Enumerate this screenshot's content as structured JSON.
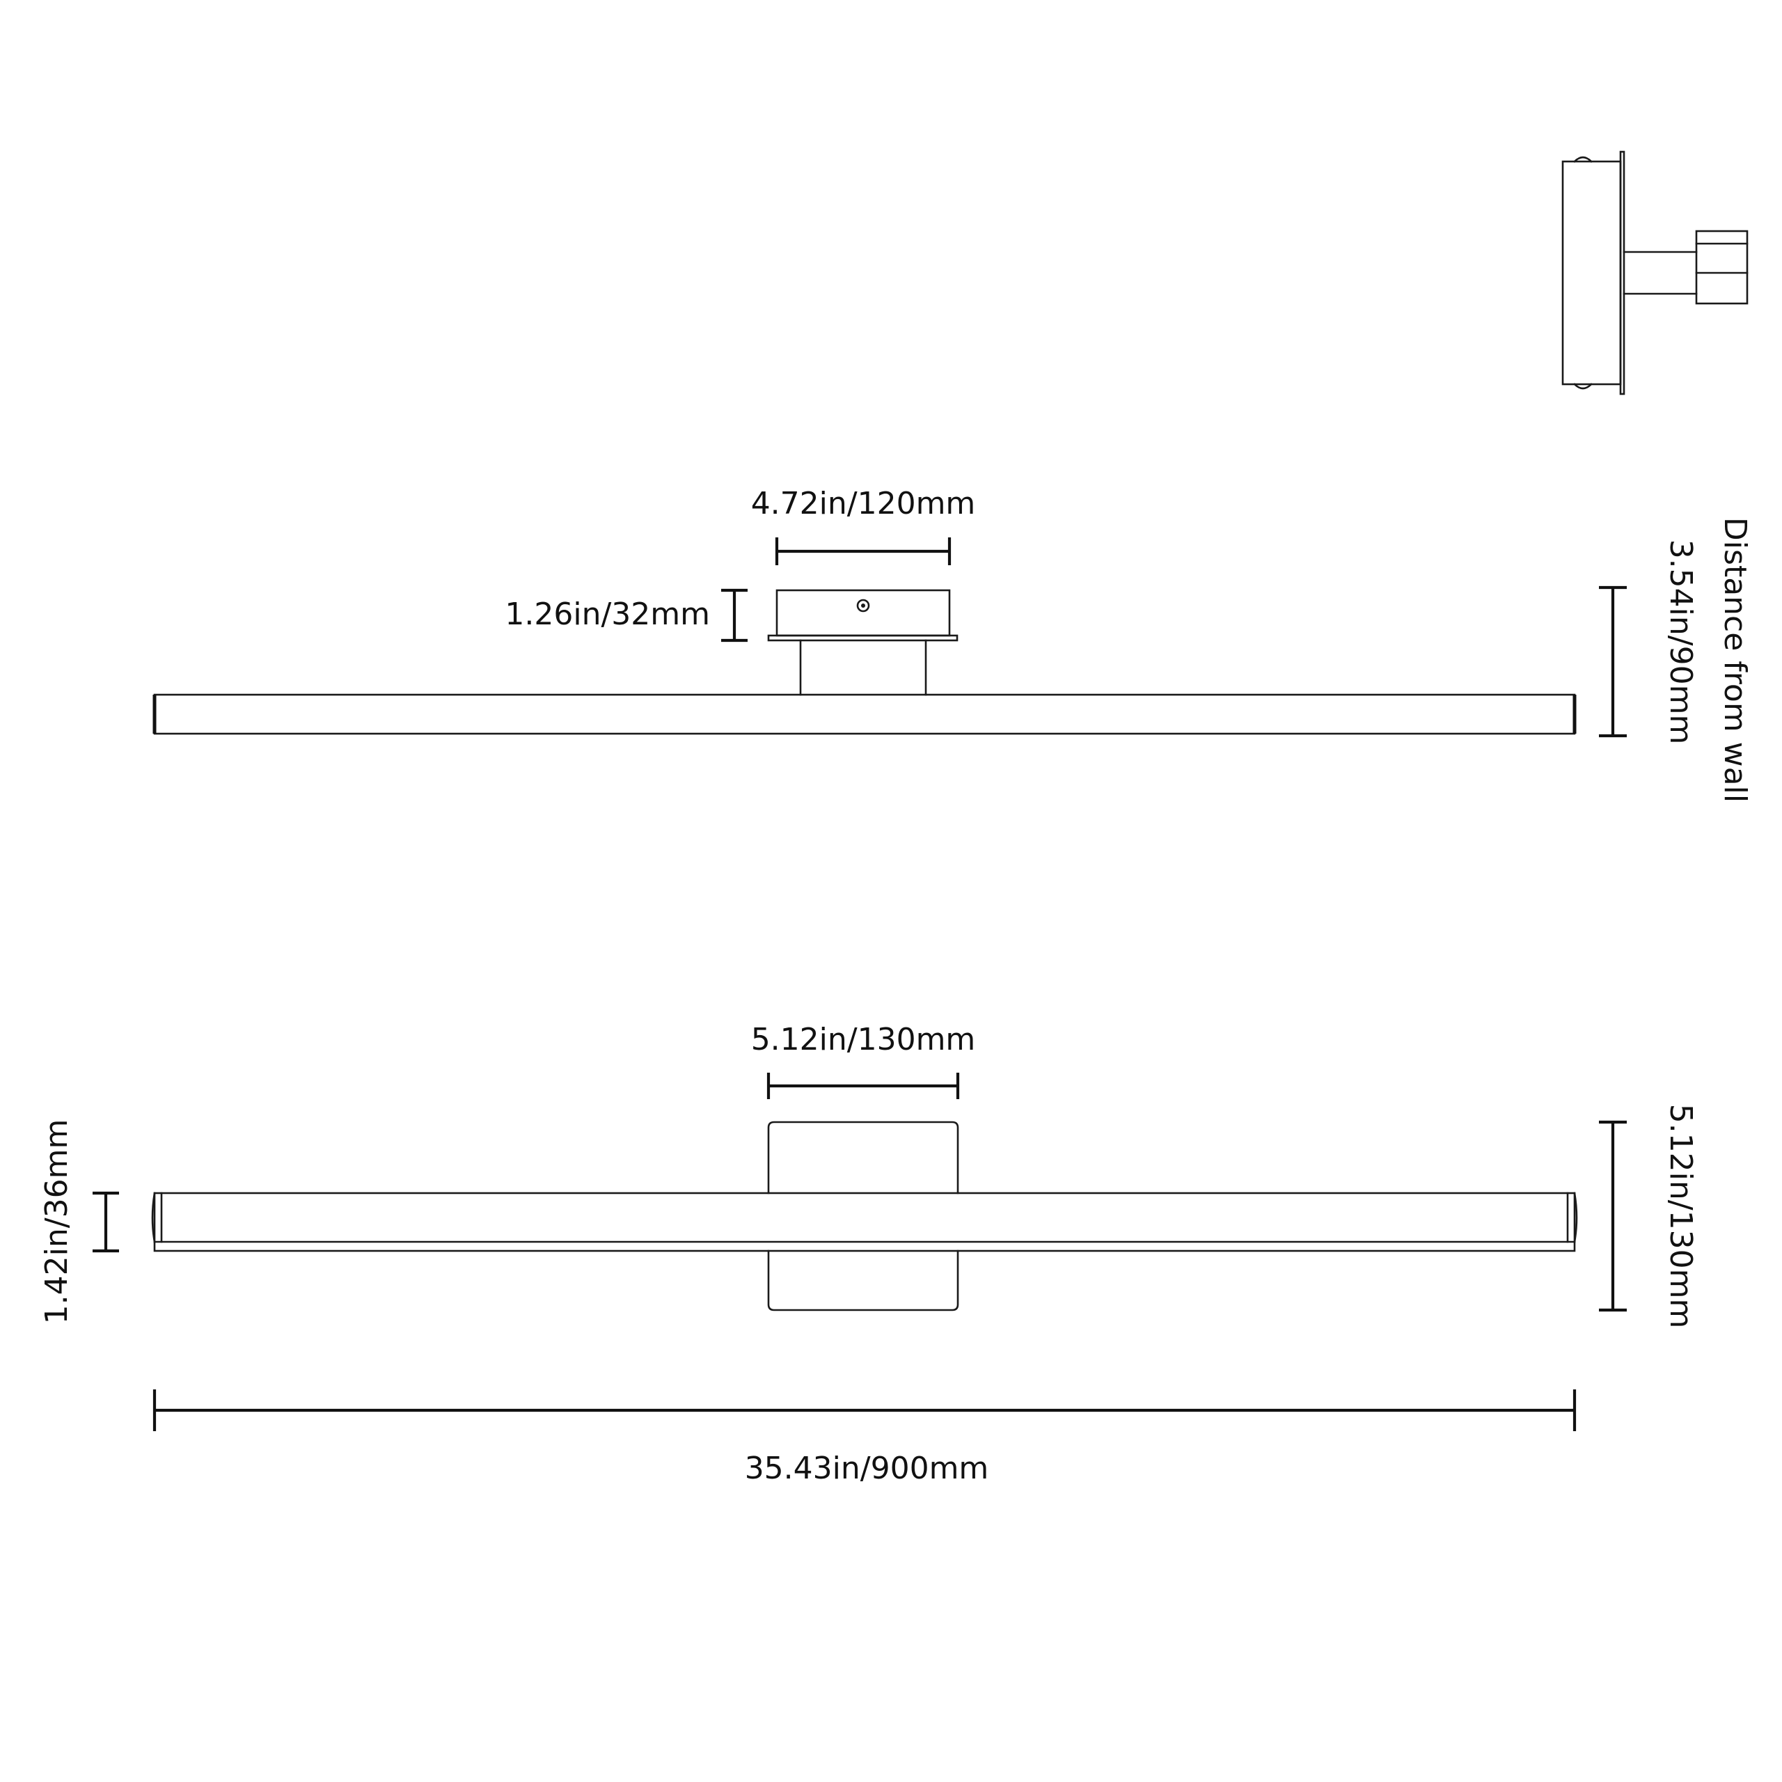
{
  "dimensions": {
    "side_base_width": "4.72in/120mm",
    "side_base_height": "1.26in/32mm",
    "distance_from_wall_value": "3.54in/90mm",
    "distance_from_wall_label": "Distance from wall",
    "front_base_width": "5.12in/130mm",
    "front_bar_height": "1.42in/36mm",
    "front_base_height": "5.12in/130mm",
    "total_length": "35.43in/900mm"
  },
  "colors": {
    "line": "#1a1a1a",
    "background": "#ffffff"
  }
}
